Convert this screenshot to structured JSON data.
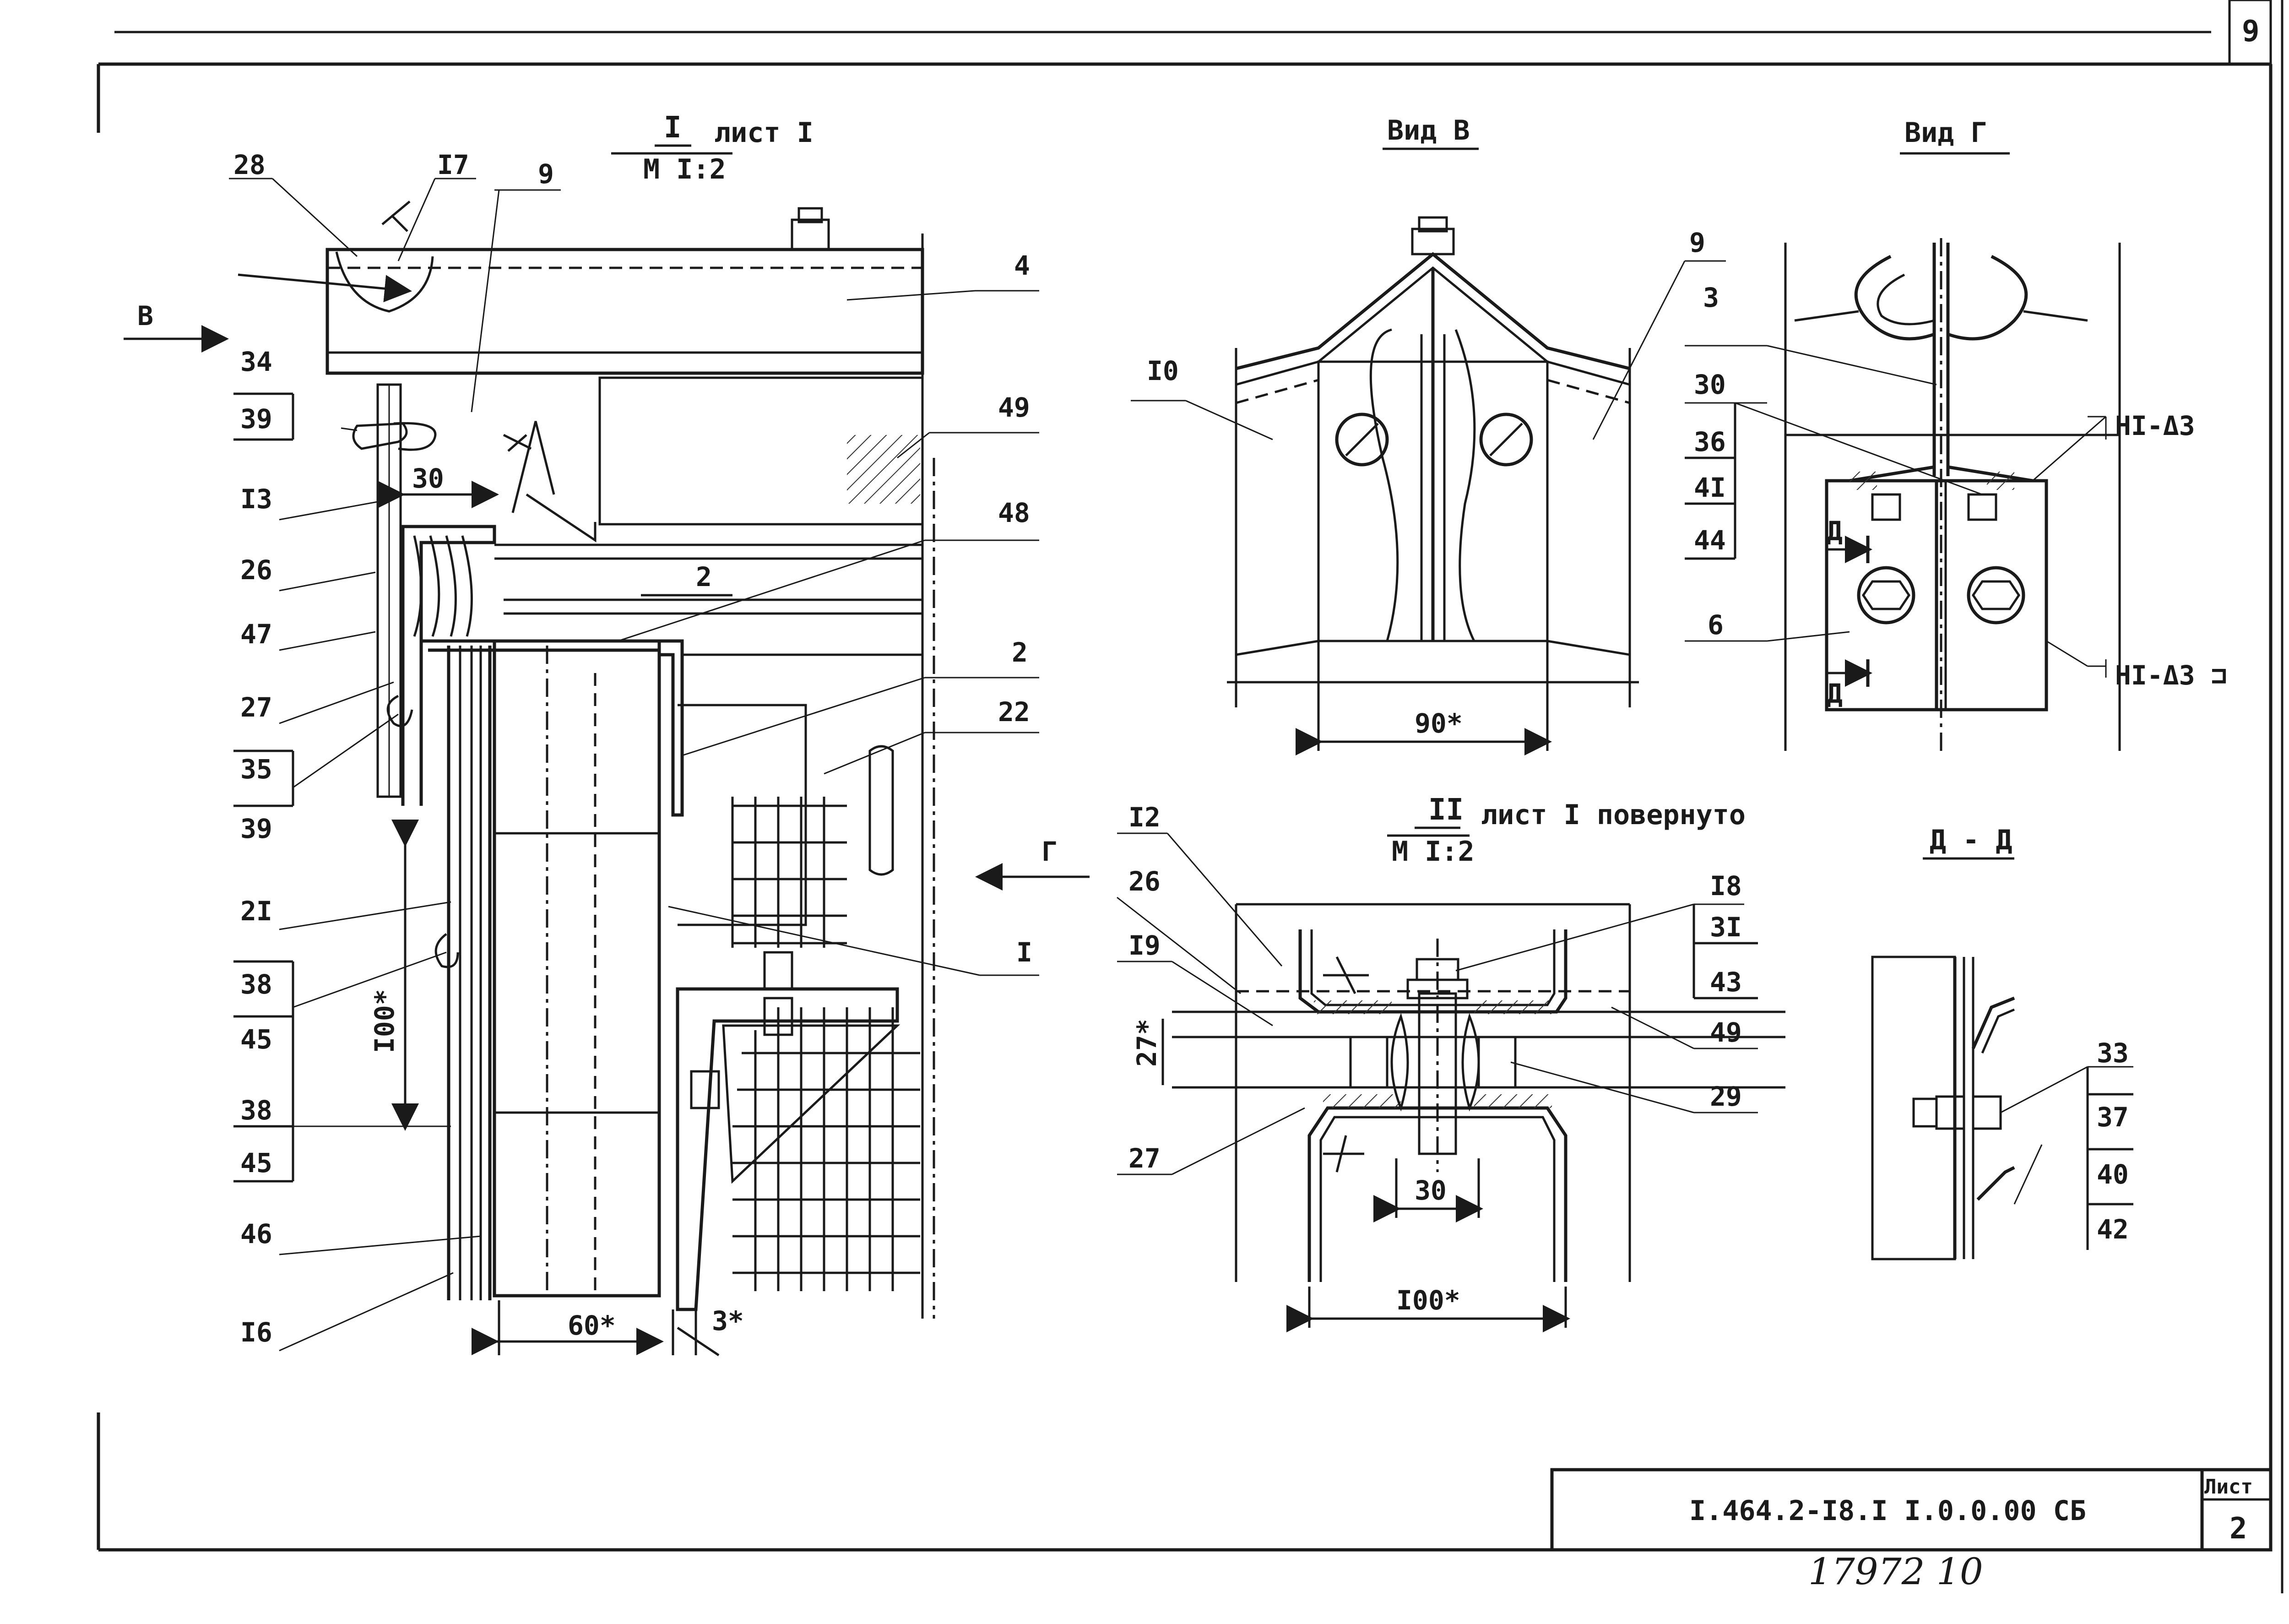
{
  "sheet_corner": "9",
  "views": {
    "section1": {
      "roman": "I",
      "text": "лист I",
      "scale": "М I:2"
    },
    "section2": {
      "roman": "II",
      "text": "лист I повернуто",
      "scale": "М I:2"
    },
    "view_b": {
      "title": "Вид В"
    },
    "view_g": {
      "title": "Вид Г"
    },
    "section_dd": {
      "title": "Д - Д"
    }
  },
  "arrows": {
    "b": "В",
    "g": "Г",
    "d1": "Д",
    "d2": "Д"
  },
  "section1": {
    "top_callouts": [
      "28",
      "I7",
      "9"
    ],
    "left_callouts": [
      "34",
      "39",
      "I3",
      "26",
      "47",
      "27",
      "35",
      "39",
      "2I",
      "38",
      "45",
      "38",
      "45",
      "46",
      "I6"
    ],
    "right_callouts": [
      "4",
      "49",
      "48",
      "2",
      "22",
      "I"
    ],
    "dims": {
      "d30": "30",
      "d2": "2",
      "d100": "I00*",
      "d60": "60*",
      "d3": "3*"
    }
  },
  "view_b": {
    "labels": [
      "I0",
      "9"
    ],
    "dims": {
      "d90": "90*"
    }
  },
  "view_g": {
    "labels": [
      "9",
      "3",
      "30",
      "36",
      "4I",
      "44",
      "6"
    ],
    "welds": [
      "НI-Δ3",
      "НI-Δ3 ⊐"
    ]
  },
  "section2": {
    "left_callouts": [
      "I2",
      "26",
      "I9",
      "27"
    ],
    "right_callouts": [
      "I8",
      "3I",
      "43",
      "49",
      "29"
    ],
    "dims": {
      "d27": "27*",
      "d30": "30",
      "d100": "I00*"
    }
  },
  "section_dd": {
    "labels": [
      "33",
      "37",
      "40",
      "42"
    ]
  },
  "title_block": {
    "code": "I.464.2-I8.I I.0.0.00 СБ",
    "sheet_label": "Лист",
    "sheet_number": "2"
  },
  "handwritten": "17972 10"
}
